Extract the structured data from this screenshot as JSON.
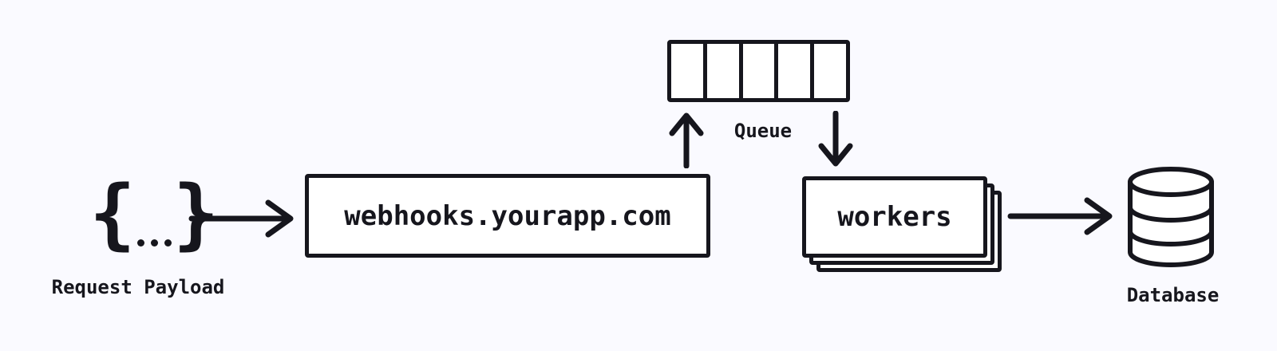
{
  "colors": {
    "background": "#fafaff",
    "ink": "#16161d",
    "node_fill": "#ffffff"
  },
  "diagram": {
    "payload": {
      "brace_left": "{",
      "brace_right": "}",
      "dot_count": 3,
      "icon": "json-payload-braces-icon",
      "label": "Request Payload"
    },
    "ingress": {
      "label": "webhooks.yourapp.com"
    },
    "queue": {
      "label": "Queue",
      "slot_count": 5,
      "icon": "queue-slots-icon"
    },
    "workers": {
      "label": "workers",
      "stack_count": 3,
      "icon": "stacked-boxes-icon"
    },
    "database": {
      "label": "Database",
      "icon": "database-cylinder-icon"
    }
  }
}
